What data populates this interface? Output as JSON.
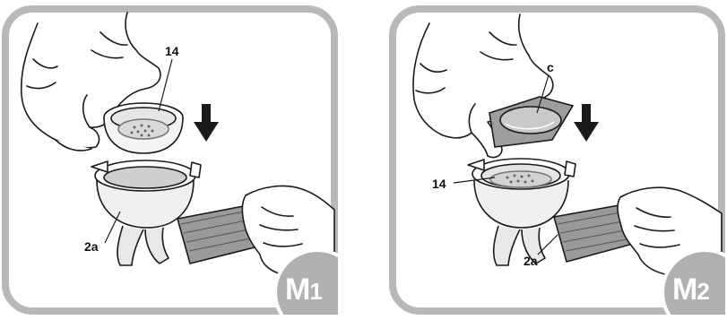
{
  "panels": [
    {
      "id": "M1",
      "badge": {
        "letter": "M",
        "number": "1"
      },
      "labels": {
        "filter": "14",
        "portafilter": "2a"
      }
    },
    {
      "id": "M2",
      "badge": {
        "letter": "M",
        "number": "2"
      },
      "labels": {
        "pod": "c",
        "filter": "14",
        "portafilter": "2a"
      }
    }
  ],
  "colors": {
    "frame": "#b8b8b8",
    "badge": "#b0b0b0",
    "badge_text": "#ffffff",
    "line": "#1a1a1a"
  },
  "icons": [
    "down-arrow-icon",
    "down-arrow-icon"
  ]
}
